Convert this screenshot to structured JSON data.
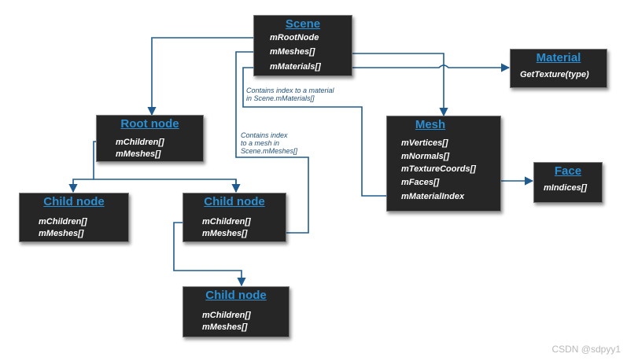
{
  "scene": {
    "title": "Scene",
    "fields": [
      "mRootNode",
      "mMeshes[]",
      "mMaterials[]"
    ]
  },
  "material": {
    "title": "Material",
    "fields": [
      "GetTexture(type)"
    ]
  },
  "root_node": {
    "title": "Root node",
    "fields": [
      "mChildren[]",
      "mMeshes[]"
    ]
  },
  "mesh": {
    "title": "Mesh",
    "fields": [
      "mVertices[]",
      "mNormals[]",
      "mTextureCoords[]",
      "mFaces[]",
      "mMaterialIndex"
    ]
  },
  "face": {
    "title": "Face",
    "fields": [
      "mIndices[]"
    ]
  },
  "child_left": {
    "title": "Child node",
    "fields": [
      "mChildren[]",
      "mMeshes[]"
    ]
  },
  "child_mid": {
    "title": "Child node",
    "fields": [
      "mChildren[]",
      "mMeshes[]"
    ]
  },
  "child_bottom": {
    "title": "Child node",
    "fields": [
      "mChildren[]",
      "mMeshes[]"
    ]
  },
  "notes": {
    "material_index": [
      "Contains index to a material",
      "in Scene.mMaterials[]"
    ],
    "mesh_index": [
      "Contains index",
      "to a mesh in",
      "Scene.mMeshes[]"
    ]
  },
  "watermark": "CSDN @sdpyy1",
  "colors": {
    "box_bg": "#262626",
    "title": "#2a8fd4",
    "connector": "#1f5b8f",
    "note": "#1f4e79"
  }
}
